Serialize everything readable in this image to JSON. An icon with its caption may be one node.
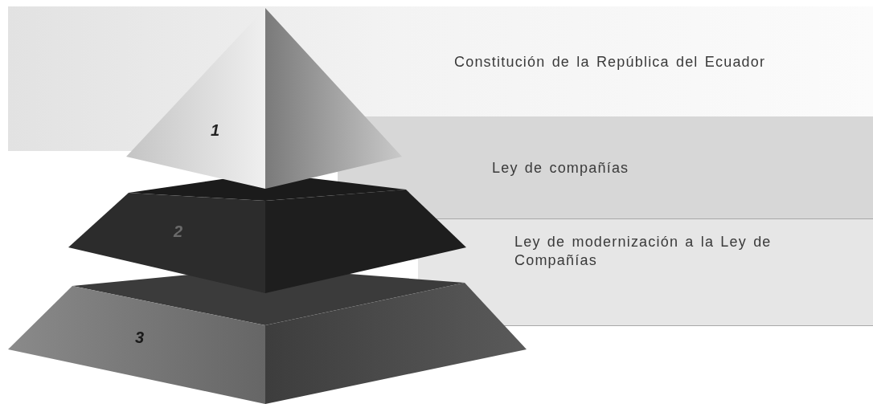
{
  "diagram": {
    "nodes": [
      {
        "text": [
          "1"
        ]
      },
      {
        "text": [
          "Constitución de la República del Ecuador"
        ]
      },
      {
        "text": [
          "2"
        ]
      },
      {
        "text": [
          "Ley de compañías"
        ]
      },
      {
        "text": [
          "3"
        ]
      },
      {
        "text": [
          "Ley de modernización a la Ley de Compañías"
        ]
      }
    ]
  }
}
